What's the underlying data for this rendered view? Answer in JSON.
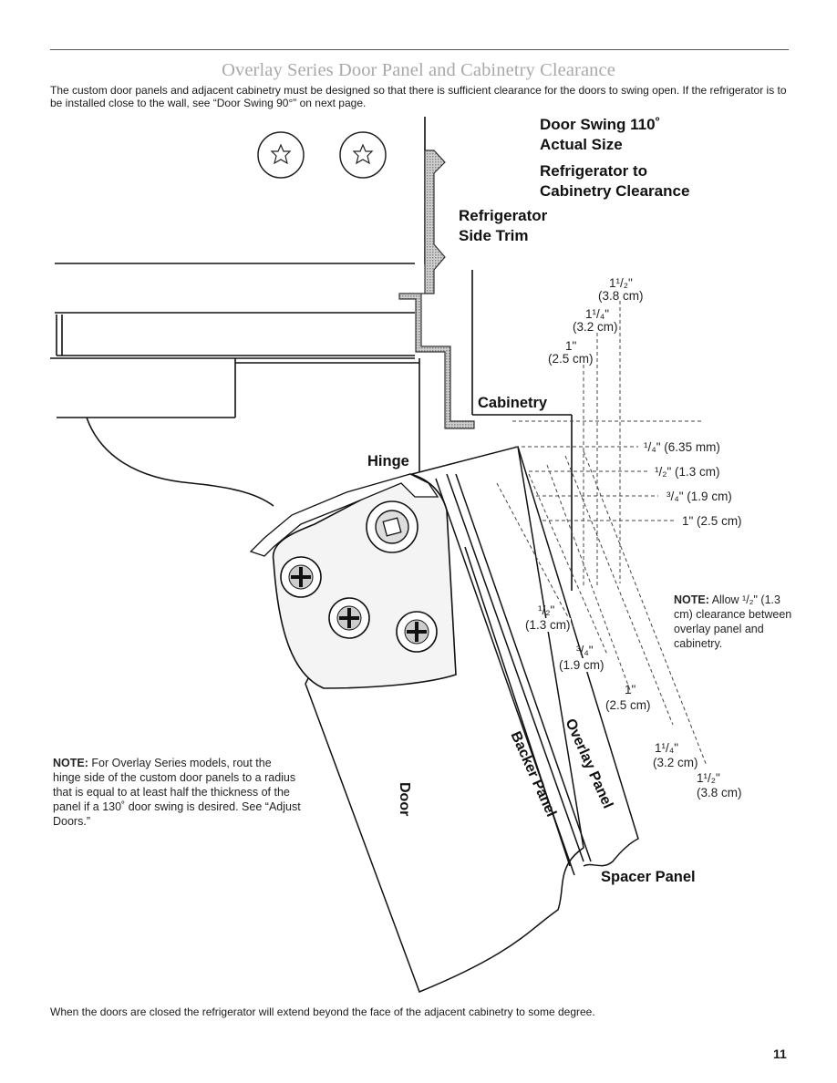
{
  "page": {
    "title": "Overlay Series Door Panel and Cabinetry Clearance",
    "intro": "The custom door panels and adjacent cabinetry must be designed so that there is sufficient clearance for the doors to swing open. If the refrigerator is to be installed close to the wall, see “Door Swing 90°” on next page.",
    "footer": "When the doors are closed the refrigerator will extend beyond the face of the adjacent cabinetry to some degree.",
    "page_number": "11"
  },
  "diagram": {
    "heading_swing_line1": "Door Swing 110˚",
    "heading_swing_line2": "Actual Size",
    "heading_clear_line1": "Refrigerator to",
    "heading_clear_line2": "Cabinetry Clearance",
    "side_trim_line1": "Refrigerator",
    "side_trim_line2": "Side Trim",
    "cabinetry": "Cabinetry",
    "hinge": "Hinge",
    "door": "Door",
    "backer_panel": "Backer Panel",
    "overlay_panel": "Overlay Panel",
    "spacer_panel": "Spacer Panel",
    "top_dims": [
      {
        "frac": "1¹/₂\"",
        "metric": "(3.8 cm)"
      },
      {
        "frac": "1¹/₄\"",
        "metric": "(3.2 cm)"
      },
      {
        "frac": "1\"",
        "metric": "(2.5 cm)"
      }
    ],
    "right_dims": [
      "¹/₄\" (6.35 mm)",
      "¹/₂\" (1.3 cm)",
      "³/₄\" (1.9 cm)",
      "1\" (2.5 cm)"
    ],
    "diag_dims": [
      {
        "frac": "¹/₂\"",
        "metric": "(1.3 cm)"
      },
      {
        "frac": "³/₄\"",
        "metric": "(1.9 cm)"
      },
      {
        "frac": "1\"",
        "metric": "(2.5 cm)"
      },
      {
        "frac": "1¹/₄\"",
        "metric": "(3.2 cm)"
      },
      {
        "frac": "1¹/₂\"",
        "metric": "(3.8 cm)"
      }
    ],
    "note_right_label": "NOTE:",
    "note_right_text": "Allow ¹/₂\" (1.3 cm) clearance between overlay panel and cabinetry.",
    "note_left_label": "NOTE:",
    "note_left_text": "For Overlay Series models, rout the hinge side of the custom door panels to a radius that is equal to at least half the thickness of the panel if a 130˚ door swing is desired. See “Adjust Doors.”",
    "icons": [
      "star-icon",
      "star-icon",
      "screw-icon",
      "screw-icon",
      "screw-icon",
      "hinge-pin-icon"
    ]
  }
}
